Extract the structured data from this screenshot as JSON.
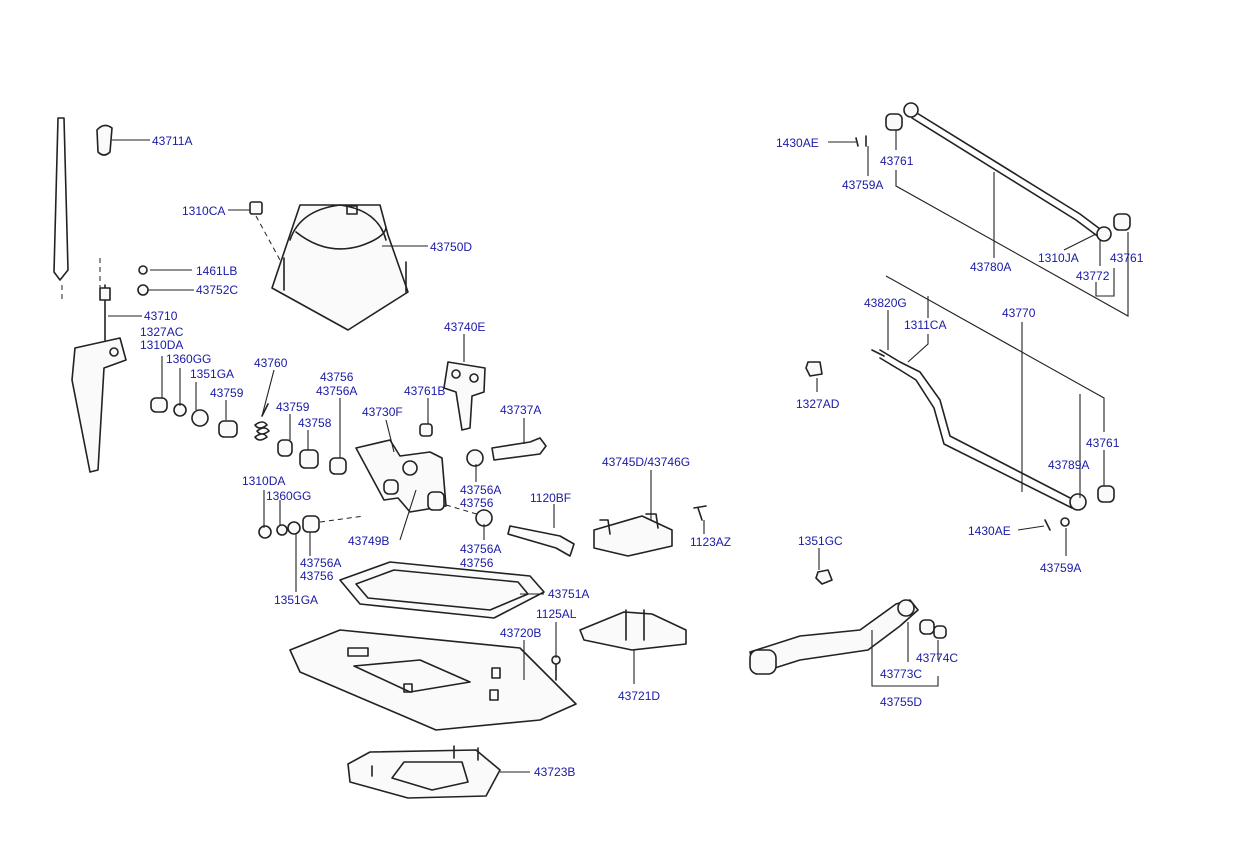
{
  "diagram": {
    "labels": [
      "43711A",
      "1310CA",
      "43750D",
      "1461LB",
      "43752C",
      "43710",
      "1327AC",
      "1310DA",
      "1360GG",
      "1351GA",
      "43759",
      "43760",
      "43740E",
      "43756",
      "43756A",
      "43761B",
      "43730F",
      "43759",
      "43758",
      "43737A",
      "43745D/43746G",
      "1310DA",
      "1360GG",
      "43756A",
      "43756",
      "1120BF",
      "43749B",
      "43756A",
      "43756",
      "1123AZ",
      "43756A",
      "43756",
      "1351GA",
      "43751A",
      "1125AL",
      "43720B",
      "43721D",
      "43723B",
      "1430AE",
      "43761",
      "43759A",
      "43780A",
      "1310JA",
      "43772",
      "43761",
      "43820G",
      "1311CA",
      "43770",
      "1327AD",
      "43761",
      "43789A",
      "1430AE",
      "43759A",
      "1351GC",
      "43774C",
      "43773C",
      "43755D"
    ]
  }
}
